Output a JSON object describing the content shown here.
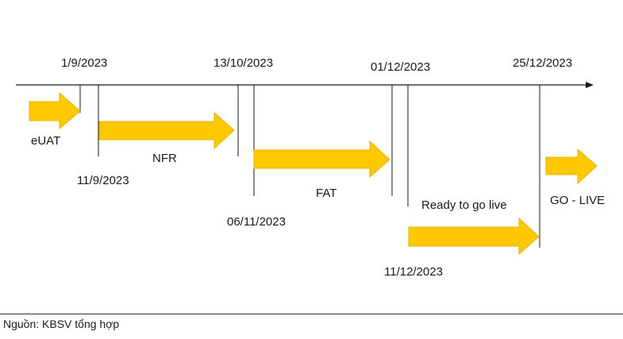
{
  "dates": {
    "d1": "1/9/2023",
    "d2": "11/9/2023",
    "d3": "13/10/2023",
    "d4": "06/11/2023",
    "d5": "01/12/2023",
    "d6": "11/12/2023",
    "d7": "25/12/2023"
  },
  "phases": {
    "euat": "eUAT",
    "nfr": "NFR",
    "fat": "FAT",
    "ready": "Ready to go live",
    "golive": "GO - LIVE"
  },
  "source": "Nguồn: KBSV tổng hợp",
  "colors": {
    "arrow_fill": "#FFC800",
    "arrow_stroke": "#E6B400",
    "line": "#1a1a1a"
  }
}
